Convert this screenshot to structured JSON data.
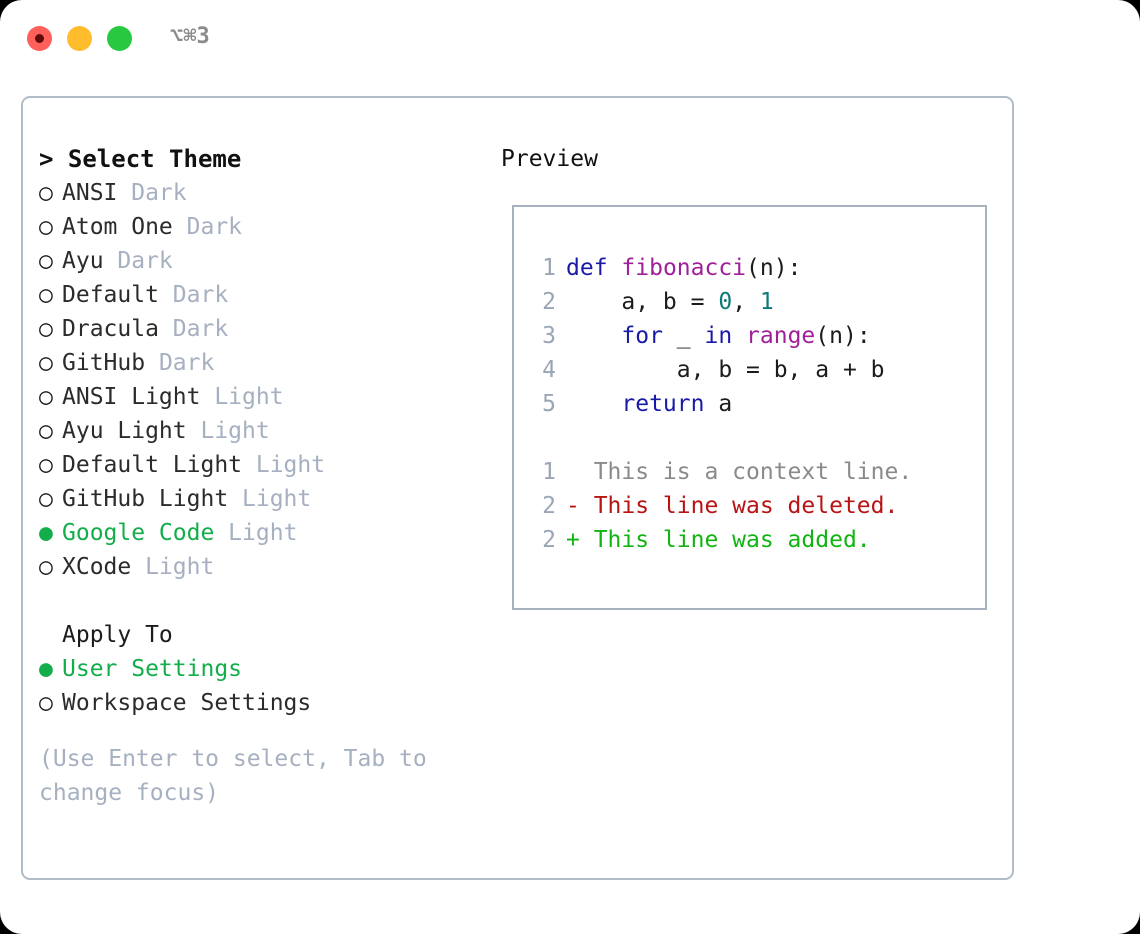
{
  "titlebar": {
    "shortcut": "⌥⌘3",
    "buttons": [
      {
        "name": "close",
        "color": "#ff605c"
      },
      {
        "name": "minimize",
        "color": "#ffbd2e"
      },
      {
        "name": "maximize",
        "color": "#28c840"
      }
    ]
  },
  "theme_picker": {
    "header": "> Select Theme",
    "marker_selected": "●",
    "marker_unselected": "○",
    "items": [
      {
        "name": "ANSI",
        "kind": "Dark",
        "selected": false
      },
      {
        "name": "Atom One",
        "kind": "Dark",
        "selected": false
      },
      {
        "name": "Ayu",
        "kind": "Dark",
        "selected": false
      },
      {
        "name": "Default",
        "kind": "Dark",
        "selected": false
      },
      {
        "name": "Dracula",
        "kind": "Dark",
        "selected": false
      },
      {
        "name": "GitHub",
        "kind": "Dark",
        "selected": false
      },
      {
        "name": "ANSI Light",
        "kind": "Light",
        "selected": false
      },
      {
        "name": "Ayu Light",
        "kind": "Light",
        "selected": false
      },
      {
        "name": "Default Light",
        "kind": "Light",
        "selected": false
      },
      {
        "name": "GitHub Light",
        "kind": "Light",
        "selected": false
      },
      {
        "name": "Google Code",
        "kind": "Light",
        "selected": true
      },
      {
        "name": "XCode",
        "kind": "Light",
        "selected": false
      }
    ]
  },
  "apply_to": {
    "label": "Apply To",
    "options": [
      {
        "name": "User Settings",
        "selected": true
      },
      {
        "name": "Workspace Settings",
        "selected": false
      }
    ]
  },
  "hint": "(Use Enter to select, Tab to change focus)",
  "preview": {
    "header": "Preview",
    "code_lines": [
      {
        "no": "1",
        "tokens": [
          {
            "t": "def",
            "c": "kw"
          },
          {
            "t": " ",
            "c": "plain"
          },
          {
            "t": "fibonacci",
            "c": "fn"
          },
          {
            "t": "(n):",
            "c": "plain"
          }
        ]
      },
      {
        "no": "2",
        "tokens": [
          {
            "t": "    a, b = ",
            "c": "plain"
          },
          {
            "t": "0",
            "c": "num"
          },
          {
            "t": ", ",
            "c": "plain"
          },
          {
            "t": "1",
            "c": "num"
          }
        ]
      },
      {
        "no": "3",
        "tokens": [
          {
            "t": "    ",
            "c": "plain"
          },
          {
            "t": "for",
            "c": "kw"
          },
          {
            "t": " _ ",
            "c": "plain"
          },
          {
            "t": "in",
            "c": "kw"
          },
          {
            "t": " ",
            "c": "plain"
          },
          {
            "t": "range",
            "c": "fn"
          },
          {
            "t": "(n):",
            "c": "plain"
          }
        ]
      },
      {
        "no": "4",
        "tokens": [
          {
            "t": "        a, b = b, a + b",
            "c": "plain"
          }
        ]
      },
      {
        "no": "5",
        "tokens": [
          {
            "t": "    ",
            "c": "plain"
          },
          {
            "t": "return",
            "c": "kw"
          },
          {
            "t": " a",
            "c": "plain"
          }
        ]
      }
    ],
    "diff_lines": [
      {
        "no": "1",
        "sign": " ",
        "text": " This is a context line.",
        "kind": "diff-context"
      },
      {
        "no": "2",
        "sign": "-",
        "text": " This line was deleted.",
        "kind": "diff-del"
      },
      {
        "no": "2",
        "sign": "+",
        "text": " This line was added.",
        "kind": "diff-add"
      }
    ]
  },
  "colors": {
    "accent_green": "#14ad4b",
    "muted": "#a6b0c0",
    "panel_border": "#b2bcc8",
    "preview_border": "#a7b2c0",
    "keyword": "#1a1aa6",
    "function": "#a0209a",
    "number": "#0d7a78",
    "diff_add": "#12b412",
    "diff_del": "#b81414",
    "lineno": "#9aa5b5"
  }
}
